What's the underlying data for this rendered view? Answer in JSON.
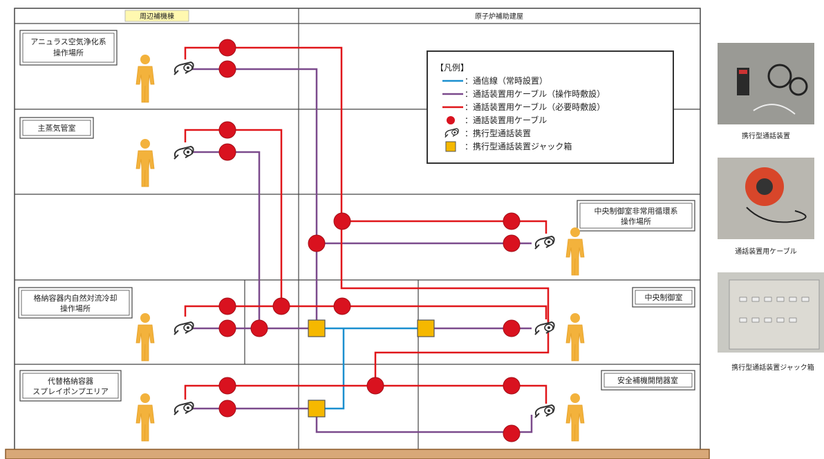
{
  "header": {
    "left_column": "周辺補機棟",
    "right_column": "原子炉補助建屋"
  },
  "rooms": {
    "annulus": [
      "アニュラス空気浄化系",
      "操作場所"
    ],
    "main_steam": [
      "主蒸気管室"
    ],
    "ccr_emergency": [
      "中央制御室非常用循環系",
      "操作場所"
    ],
    "containment_cooling": [
      "格納容器内自然対流冷却",
      "操作場所"
    ],
    "central_control": [
      "中央制御室"
    ],
    "spray_pump": [
      "代替格納容器",
      "スプレイポンプエリア"
    ],
    "safety_switchgear": [
      "安全補機開閉器室"
    ]
  },
  "legend": {
    "title": "【凡例】",
    "items": [
      {
        "symbol": "blue-line",
        "label": "：通信線（常時設置）"
      },
      {
        "symbol": "purple-line",
        "label": "：通話装置用ケーブル（操作時敷設）"
      },
      {
        "symbol": "red-line",
        "label": "：通話装置用ケーブル（必要時敷設）"
      },
      {
        "symbol": "red-dot",
        "label": "：通話装置用ケーブル"
      },
      {
        "symbol": "phone",
        "label": "：携行型通話装置"
      },
      {
        "symbol": "jack-box",
        "label": "：携行型通話装置ジャック箱"
      }
    ]
  },
  "photos": {
    "portable_phone": "携行型通話装置",
    "cable_reel": "通話装置用ケーブル",
    "jack_box": "携行型通話装置ジャック箱"
  },
  "colors": {
    "blue": "#1a8fcf",
    "purple": "#7b4a8c",
    "red": "#e0161a",
    "dot": "#d9121f",
    "jack": "#f5b800",
    "person": "#f3b23c",
    "floor": "#d8a878"
  }
}
